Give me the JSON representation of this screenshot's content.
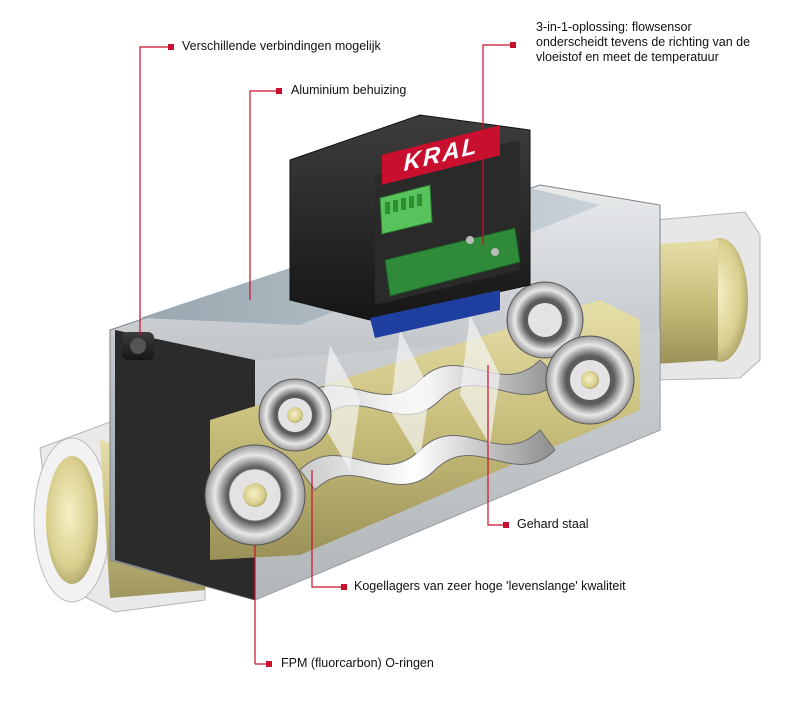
{
  "diagram": {
    "brand_logo_text": "KRAL",
    "accent_color": "#c8102e",
    "callouts": [
      {
        "id": "connections",
        "text": "Verschillende verbindingen mogelijk"
      },
      {
        "id": "housing",
        "text": "Aluminium behuizing"
      },
      {
        "id": "sensor",
        "text": "3-in-1-oplossing: flowsensor onderscheidt tevens de richting van de vloeistof en meet de temperatuur"
      },
      {
        "id": "steel",
        "text": "Gehard staal"
      },
      {
        "id": "bearings",
        "text": "Kogellagers van zeer hoge 'levenslange' kwaliteit"
      },
      {
        "id": "orings",
        "text": "FPM (fluorcarbon) O-ringen"
      }
    ]
  }
}
